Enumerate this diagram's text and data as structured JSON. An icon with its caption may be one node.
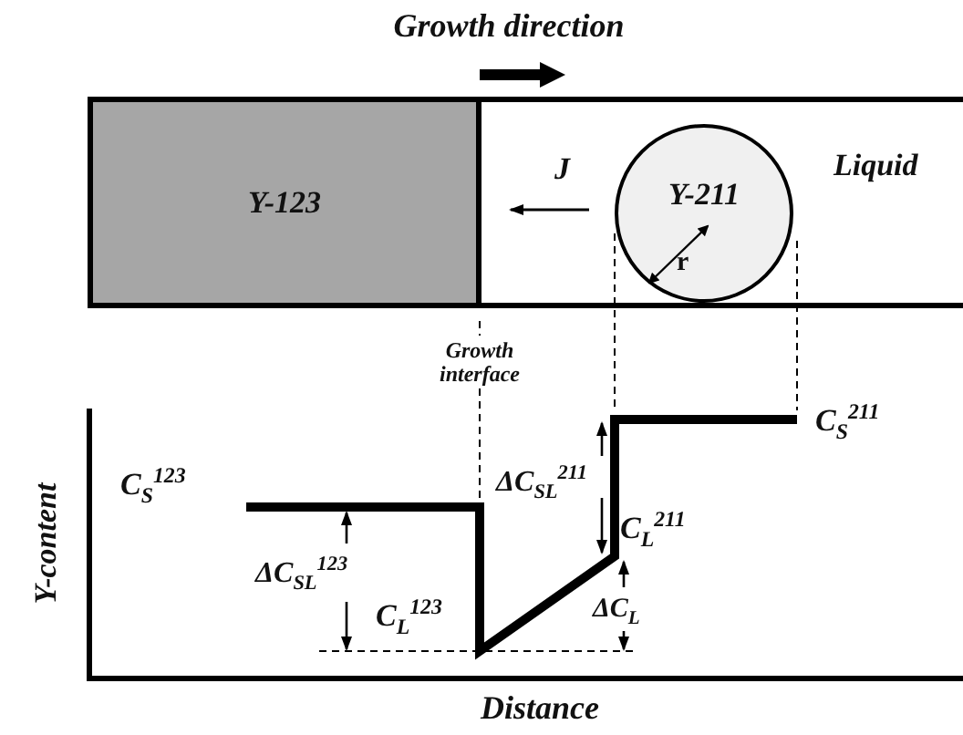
{
  "diagram": {
    "nodes": [
      {
        "text": [
          "Liquid"
        ]
      },
      {
        "text": [
          "Y-123"
        ],
        "in": 0
      },
      {
        "text": [
          "Y-211"
        ],
        "in": 0
      }
    ],
    "labels": [
      "Growth direction",
      "J",
      "r",
      "Growth interface",
      "Y-content",
      "C$_{S}$$^{123}$",
      "ΔC$_{SL}$$^{211}$",
      "C$_{S}$$^{211}$",
      "C$_{L}$$^{211}$",
      "ΔC$_{SL}$$^{123}$",
      "C$_{L}$$^{123}$",
      "ΔC$_{L}$",
      "Distance"
    ]
  }
}
